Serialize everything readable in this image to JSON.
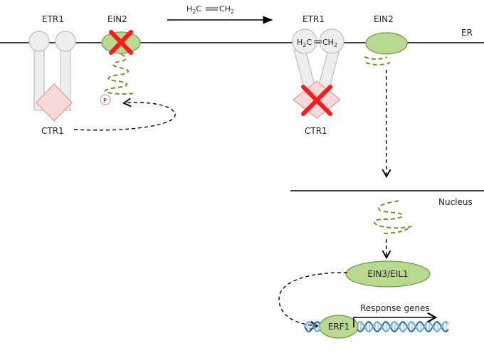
{
  "title": "",
  "colors": {
    "membrane": "#000000",
    "receptor_fill": "#eeeeee",
    "receptor_stroke": "#bdbdbd",
    "ctr1_fill": "#f7d9d9",
    "ctr1_stroke": "#df9a9a",
    "ein_fill": "#b8d98f",
    "ein_stroke": "#6e9a3e",
    "cross": "#ff1a1a",
    "fragment": "#7a8c3a",
    "dna_a": "#1f6fb5",
    "dna_b": "#6fa7d8"
  },
  "left_state": {
    "etr1_label": "ETR1",
    "ein2_label": "EIN2",
    "ctr1_label": "CTR1",
    "phospho_label": "P"
  },
  "reaction_arrow": {
    "ethylene_left": "H",
    "ethylene_left_sub": "2",
    "ethylene_left_c": "C",
    "ethylene_right": "CH",
    "ethylene_right_sub": "2"
  },
  "right_state": {
    "er_label": "ER",
    "etr1_label": "ETR1",
    "ein2_label": "EIN2",
    "ctr1_label": "CTR1",
    "bound_left": "H",
    "bound_left_sub": "2",
    "bound_left_c": "C",
    "bound_right": "CH",
    "bound_right_sub": "2"
  },
  "nucleus": {
    "label": "Nucleus",
    "ein3_label": "EIN3/EIL1",
    "erf1_label": "ERF1",
    "response_label": "Response genes"
  }
}
